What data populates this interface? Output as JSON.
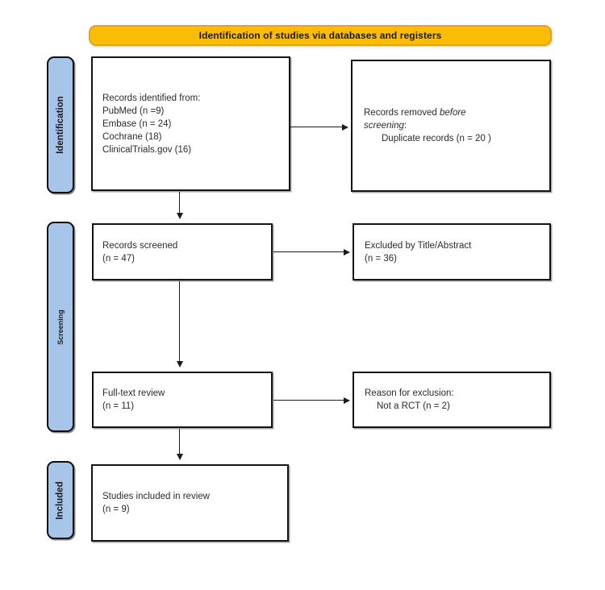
{
  "header": {
    "title": "Identification of studies via databases and registers"
  },
  "sidebar": {
    "identification": "Identification",
    "screening": "Screening",
    "included": "Included"
  },
  "boxes": {
    "records_identified": {
      "lines": [
        "Records identified from:",
        "PubMed (n =9)",
        "Embase (n = 24)",
        "Cochrane (18)",
        "ClinicalTrials.gov (16)"
      ]
    },
    "records_removed": {
      "line1_text": "Records removed ",
      "line1_italic": "before",
      "line2_italic": "screening",
      "line2_text": ":",
      "line3": "Duplicate records (n = 20 )"
    },
    "records_screened": {
      "lines": [
        "Records screened",
        "(n = 47)"
      ]
    },
    "excluded_title_abstract": {
      "lines": [
        "Excluded by Title/Abstract",
        "(n = 36)"
      ]
    },
    "full_text_review": {
      "lines": [
        "Full-text review",
        "(n = 11)"
      ]
    },
    "reason_for_exclusion": {
      "lines": [
        "Reason for exclusion:",
        "Not a RCT (n = 2)"
      ]
    },
    "studies_included": {
      "lines": [
        "Studies included in review",
        "(n = 9)"
      ]
    }
  },
  "colors": {
    "banner_fill": "#fbbc05",
    "banner_border": "#e69f2e",
    "stage_fill": "#a6c5e8",
    "box_border": "#141414"
  }
}
